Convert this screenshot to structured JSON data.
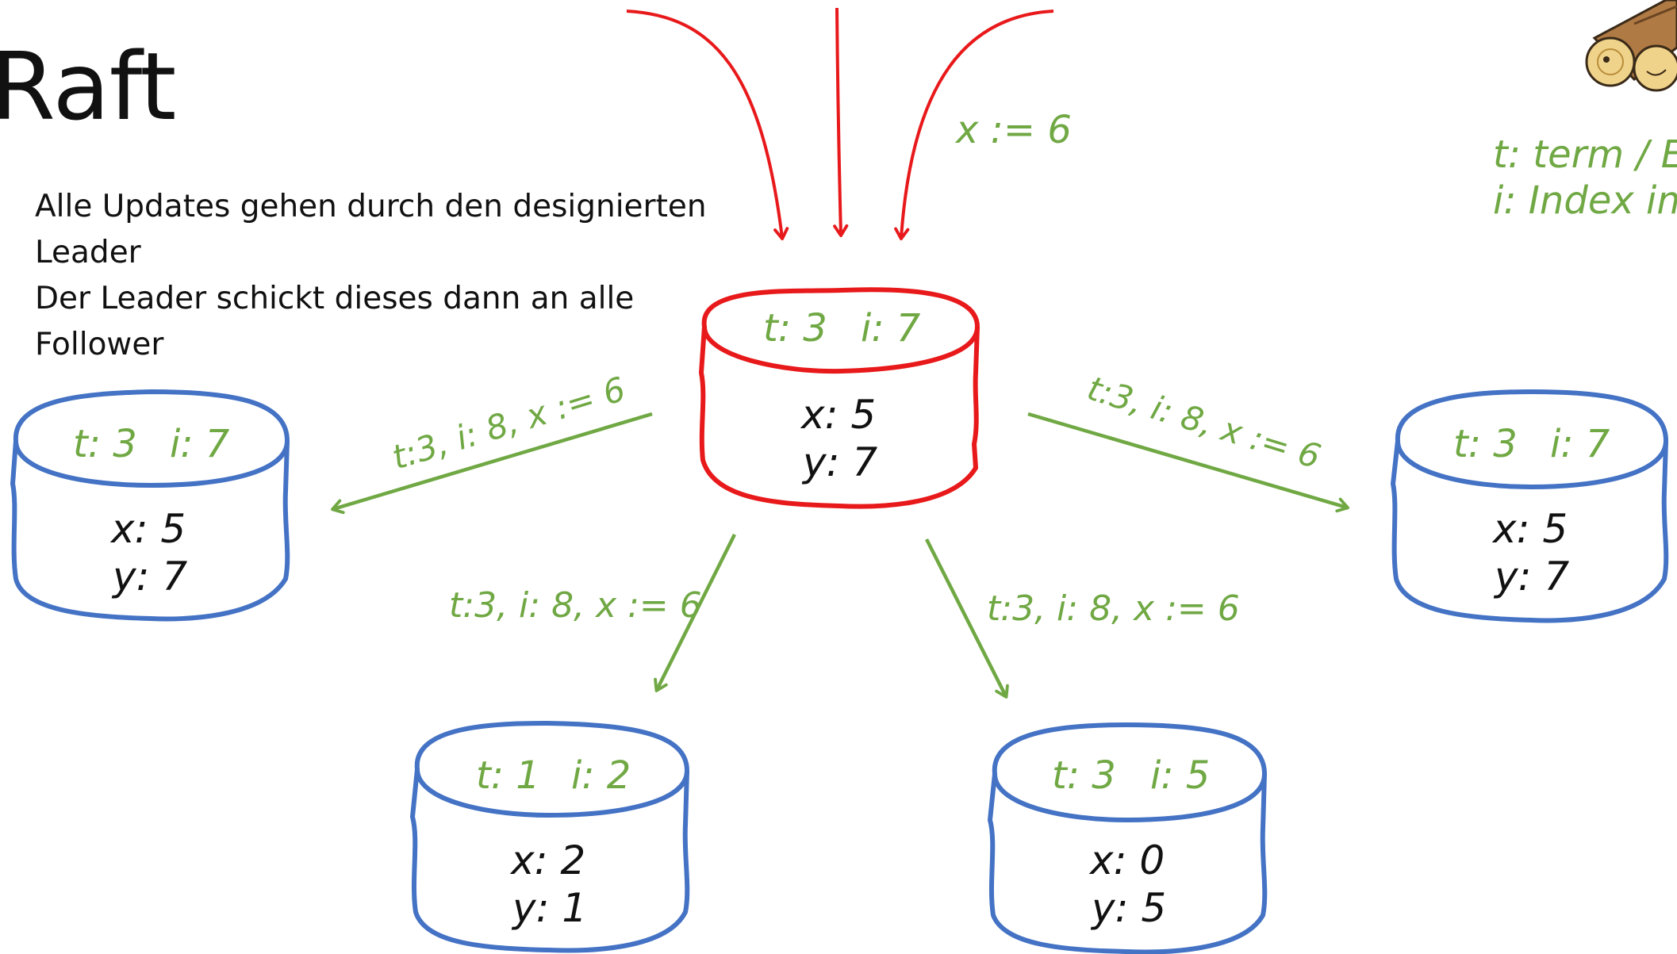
{
  "title": "Raft",
  "bullets": [
    "Alle Updates gehen durch den designierten",
    "Leader",
    "Der Leader schickt dieses dann an alle",
    "Follower"
  ],
  "legend": [
    "t: term / E",
    "i: Index im"
  ],
  "incoming_label": "x := 6",
  "colors": {
    "leader": "#e8191b",
    "follower": "#4472c4",
    "label": "#70a844",
    "text": "#111111"
  },
  "icons": [
    "log-pile-icon"
  ],
  "leader": {
    "t": "t: 3",
    "i": "i: 7",
    "x": "x: 5",
    "y": "y: 7"
  },
  "followers": [
    {
      "id": "left",
      "t": "t: 3",
      "i": "i: 7",
      "x": "x: 5",
      "y": "y: 7"
    },
    {
      "id": "right",
      "t": "t: 3",
      "i": "i: 7",
      "x": "x: 5",
      "y": "y: 7"
    },
    {
      "id": "bottom-left",
      "t": "t: 1",
      "i": "i: 2",
      "x": "x: 2",
      "y": "y: 1"
    },
    {
      "id": "bottom-right",
      "t": "t: 3",
      "i": "i: 5",
      "x": "x: 0",
      "y": "y: 5"
    }
  ],
  "messages": {
    "left": "t:3, i: 8, x := 6",
    "right": "t:3, i: 8, x := 6",
    "bottom-left": "t:3, i: 8, x := 6",
    "bottom-right": "t:3, i: 8, x := 6"
  }
}
